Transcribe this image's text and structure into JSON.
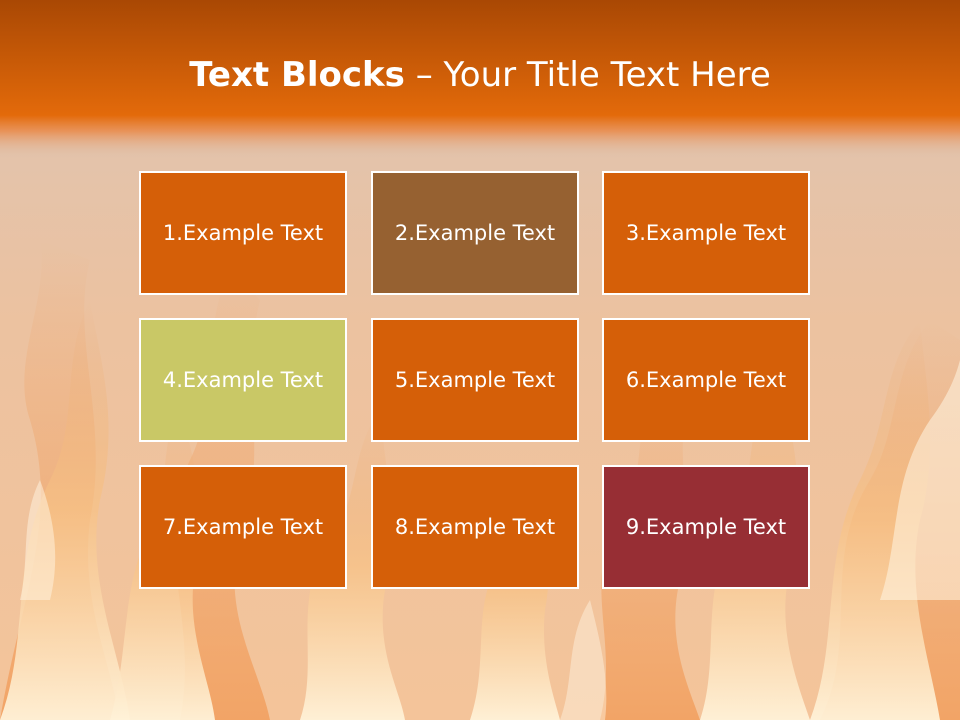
{
  "slide": {
    "title_bold": "Text Blocks",
    "title_dash": " – ",
    "title_rest": "Your Title Text Here"
  },
  "blocks": [
    {
      "label": "1.Example Text",
      "color": "#d55f08"
    },
    {
      "label": "2.Example Text",
      "color": "#966131"
    },
    {
      "label": "3.Example Text",
      "color": "#d55f08"
    },
    {
      "label": "4.Example Text",
      "color": "#c9c866"
    },
    {
      "label": "5.Example Text",
      "color": "#d55f08"
    },
    {
      "label": "6.Example Text",
      "color": "#d55f08"
    },
    {
      "label": "7.Example Text",
      "color": "#d55f08"
    },
    {
      "label": "8.Example Text",
      "color": "#d55f08"
    },
    {
      "label": "9.Example Text",
      "color": "#972e34"
    }
  ],
  "colors": {
    "header_top": "#a94804",
    "header_mid": "#e36a0a",
    "background": "#e8c8b0"
  }
}
